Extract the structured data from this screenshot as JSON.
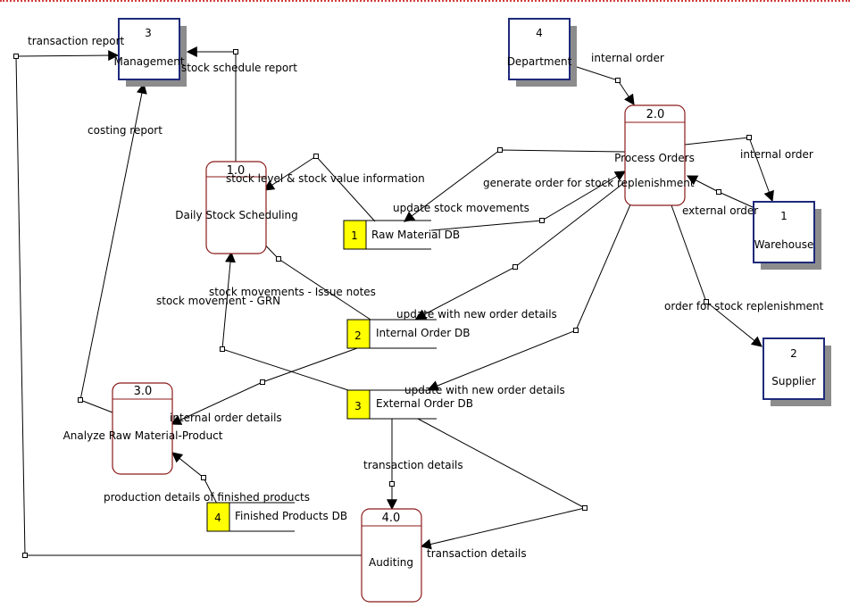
{
  "entities": {
    "management": {
      "id": "3",
      "label": "Management"
    },
    "department": {
      "id": "4",
      "label": "Department"
    },
    "warehouse": {
      "id": "1",
      "label": "Warehouse"
    },
    "supplier": {
      "id": "2",
      "label": "Supplier"
    }
  },
  "processes": {
    "p1": {
      "id": "1.0",
      "label": "Daily Stock Scheduling"
    },
    "p2": {
      "id": "2.0",
      "label": "Process Orders"
    },
    "p3": {
      "id": "3.0",
      "label": "Analyze Raw Material-Product"
    },
    "p4": {
      "id": "4.0",
      "label": "Auditing"
    }
  },
  "stores": {
    "s1": {
      "id": "1",
      "label": "Raw Material DB"
    },
    "s2": {
      "id": "2",
      "label": "Internal Order DB"
    },
    "s3": {
      "id": "3",
      "label": "External Order DB"
    },
    "s4": {
      "id": "4",
      "label": "Finished Products DB"
    }
  },
  "flows": {
    "transaction_report": "transaction report",
    "stock_schedule_report": "stock schedule report",
    "costing_report": "costing report",
    "stock_level_info": "stock level & stock value information",
    "update_stock_movements": "update stock movements",
    "generate_order": "generate order for stock replenishment",
    "internal_order_in": "internal order",
    "internal_order_out": "internal order",
    "external_order": "external order",
    "order_replenishment": "order for stock replenishment",
    "stock_movements_issue": "stock movements - Issue notes",
    "stock_movement_grn": "stock movement - GRN",
    "update_internal": "update with new order details",
    "update_external": "update with new order details",
    "internal_order_details": "internal order details",
    "production_details": "production details of finished products",
    "transaction_details_1": "transaction details",
    "transaction_details_2": "transaction details"
  }
}
